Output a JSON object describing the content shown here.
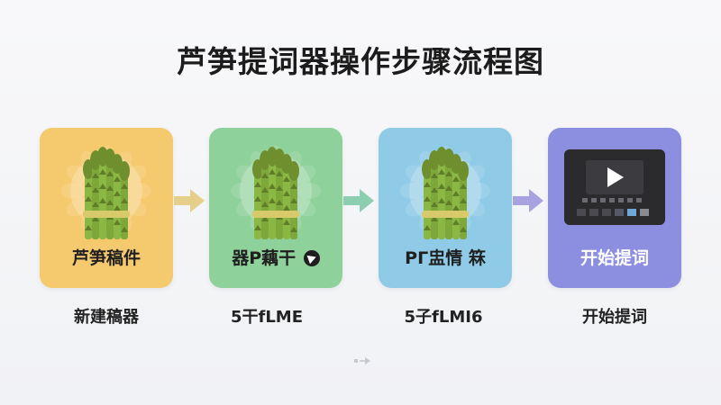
{
  "title": "芦笋提词器操作步骤流程图",
  "steps": [
    {
      "label": "芦笋稿件",
      "caption": "新建稿器",
      "color": "#f5c96e"
    },
    {
      "label": "器P藕干",
      "caption": "5干fLME",
      "color": "#8fd19a"
    },
    {
      "label": "PГ盅情 箖",
      "caption": "5子fLMI6",
      "color": "#8fcbe6"
    },
    {
      "label": "开始提词",
      "caption": "开始提词",
      "color": "#8c8ee0"
    }
  ],
  "icons": {
    "asparagus": "asparagus-icon",
    "send": "send-icon",
    "video": "video-play-icon",
    "arrow": "arrow-right-icon"
  },
  "colors": {
    "arrow1": "#e6cf8a",
    "arrow2": "#8ccfb0",
    "arrow3": "#a8a2e0"
  }
}
